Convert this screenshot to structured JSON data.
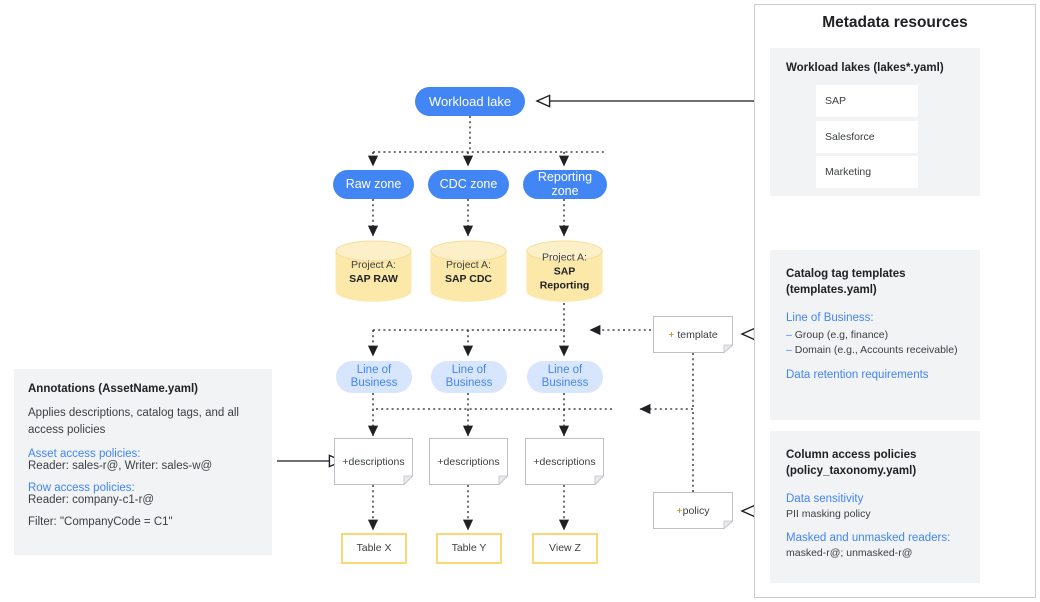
{
  "diagram": {
    "flow": {
      "lake": {
        "label": "Workload lake"
      },
      "zones": [
        {
          "label": "Raw zone"
        },
        {
          "label": "CDC zone"
        },
        {
          "label": "Reporting\nzone"
        }
      ],
      "projects": [
        {
          "line1": "Project A:",
          "line2": "SAP RAW"
        },
        {
          "line1": "Project A:",
          "line2": "SAP CDC"
        },
        {
          "line1": "Project A:",
          "line2": "SAP\nReporting"
        }
      ],
      "tags": [
        {
          "label": "Line of\nBusiness"
        },
        {
          "label": "Line of\nBusiness"
        },
        {
          "label": "Line of\nBusiness"
        }
      ],
      "descriptions": [
        {
          "label": "+descriptions"
        },
        {
          "label": "+descriptions"
        },
        {
          "label": "+descriptions"
        }
      ],
      "outputs": [
        {
          "label": "Table X"
        },
        {
          "label": "Table Y"
        },
        {
          "label": "View Z"
        }
      ],
      "template_note": {
        "plus": "+",
        "label": " template"
      },
      "policy_note": {
        "plus": "+",
        "label": "policy"
      }
    },
    "annotations": {
      "heading": "Annotations (AssetName.yaml)",
      "body": "Applies descriptions, catalog tags, and all access policies",
      "asset_label": "Asset access policies:",
      "asset_value": "Reader: sales-r@, Writer: sales-w@",
      "row_label": "Row access policies:",
      "row_value": "Reader: company-c1-r@",
      "filter": "Filter: \"CompanyCode = C1\""
    },
    "right_panel": {
      "title": "Metadata resources",
      "lakes": {
        "heading": "Workload lakes (lakes*.yaml)",
        "items": [
          {
            "label": "SAP"
          },
          {
            "label": "Salesforce"
          },
          {
            "label": "Marketing"
          }
        ]
      },
      "templates": {
        "heading_line1": "Catalog tag templates",
        "heading_line2": "(templates.yaml)",
        "lob_label": "Line of Business:",
        "bullets": [
          {
            "dash": "–",
            "text": " Group (e.g, finance)"
          },
          {
            "dash": "–",
            "text": " Domain (e.g., Accounts receivable)"
          }
        ],
        "retention_label": "Data retention requirements"
      },
      "policies": {
        "heading_line1": "Column access policies",
        "heading_line2": "(policy_taxonomy.yaml)",
        "sensitivity_label": "Data sensitivity",
        "sensitivity_value": "PII masking policy",
        "readers_label": "Masked and unmasked readers:",
        "readers_value": "masked-r@; unmasked-r@"
      }
    },
    "colors": {
      "blue": "#4285f4",
      "light_blue": "#d7e6fd",
      "yellow": "#fce8a8",
      "yellow_border": "#fcd773",
      "panel_gray": "#f1f3f4",
      "arrow": "#202124"
    }
  }
}
